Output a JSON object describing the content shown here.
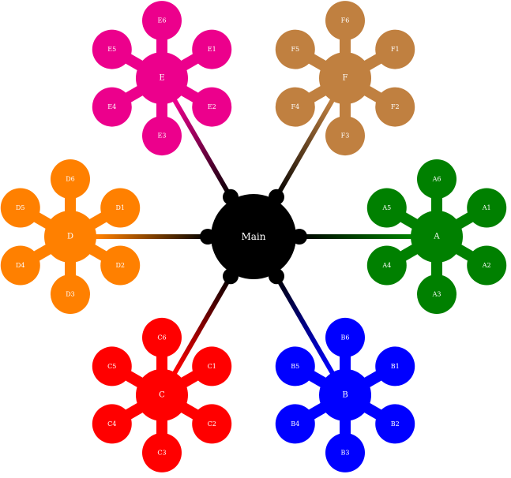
{
  "diagram": {
    "center": {
      "label": "Main",
      "color": "#000000"
    },
    "clusters": [
      {
        "id": "A",
        "label": "A",
        "color": "#008000",
        "leaves": [
          "A1",
          "A2",
          "A3",
          "A4",
          "A5",
          "A6"
        ]
      },
      {
        "id": "B",
        "label": "B",
        "color": "#0000ff",
        "leaves": [
          "B1",
          "B2",
          "B3",
          "B4",
          "B5",
          "B6"
        ]
      },
      {
        "id": "C",
        "label": "C",
        "color": "#ff0000",
        "leaves": [
          "C1",
          "C2",
          "C3",
          "C4",
          "C5",
          "C6"
        ]
      },
      {
        "id": "D",
        "label": "D",
        "color": "#ff8000",
        "leaves": [
          "D1",
          "D2",
          "D3",
          "D4",
          "D5",
          "D6"
        ]
      },
      {
        "id": "E",
        "label": "E",
        "color": "#ec008c",
        "leaves": [
          "E1",
          "E2",
          "E3",
          "E4",
          "E5",
          "E6"
        ]
      },
      {
        "id": "F",
        "label": "F",
        "color": "#c08040",
        "leaves": [
          "F1",
          "F2",
          "F3",
          "F4",
          "F5",
          "F6"
        ]
      }
    ]
  }
}
